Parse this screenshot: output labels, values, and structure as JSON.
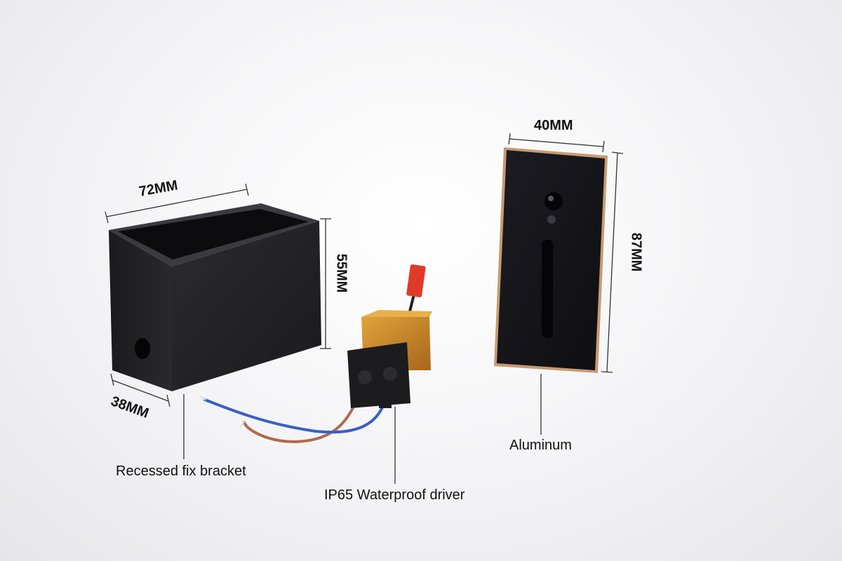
{
  "dimensions": {
    "bracket_width": "72MM",
    "bracket_height": "55MM",
    "bracket_depth": "38MM",
    "plate_width": "40MM",
    "plate_height": "87MM"
  },
  "labels": {
    "bracket": "Recessed fix bracket",
    "driver": "IP65 Waterproof driver",
    "plate": "Aluminum"
  },
  "colors": {
    "bracket": "#232326",
    "plate": "#141418",
    "plate_edge": "#c89a70",
    "driver_body": "#c98a2a",
    "wire_blue": "#3a5fc4",
    "wire_brown": "#b06a4a",
    "connector_red": "#e23a2a"
  }
}
